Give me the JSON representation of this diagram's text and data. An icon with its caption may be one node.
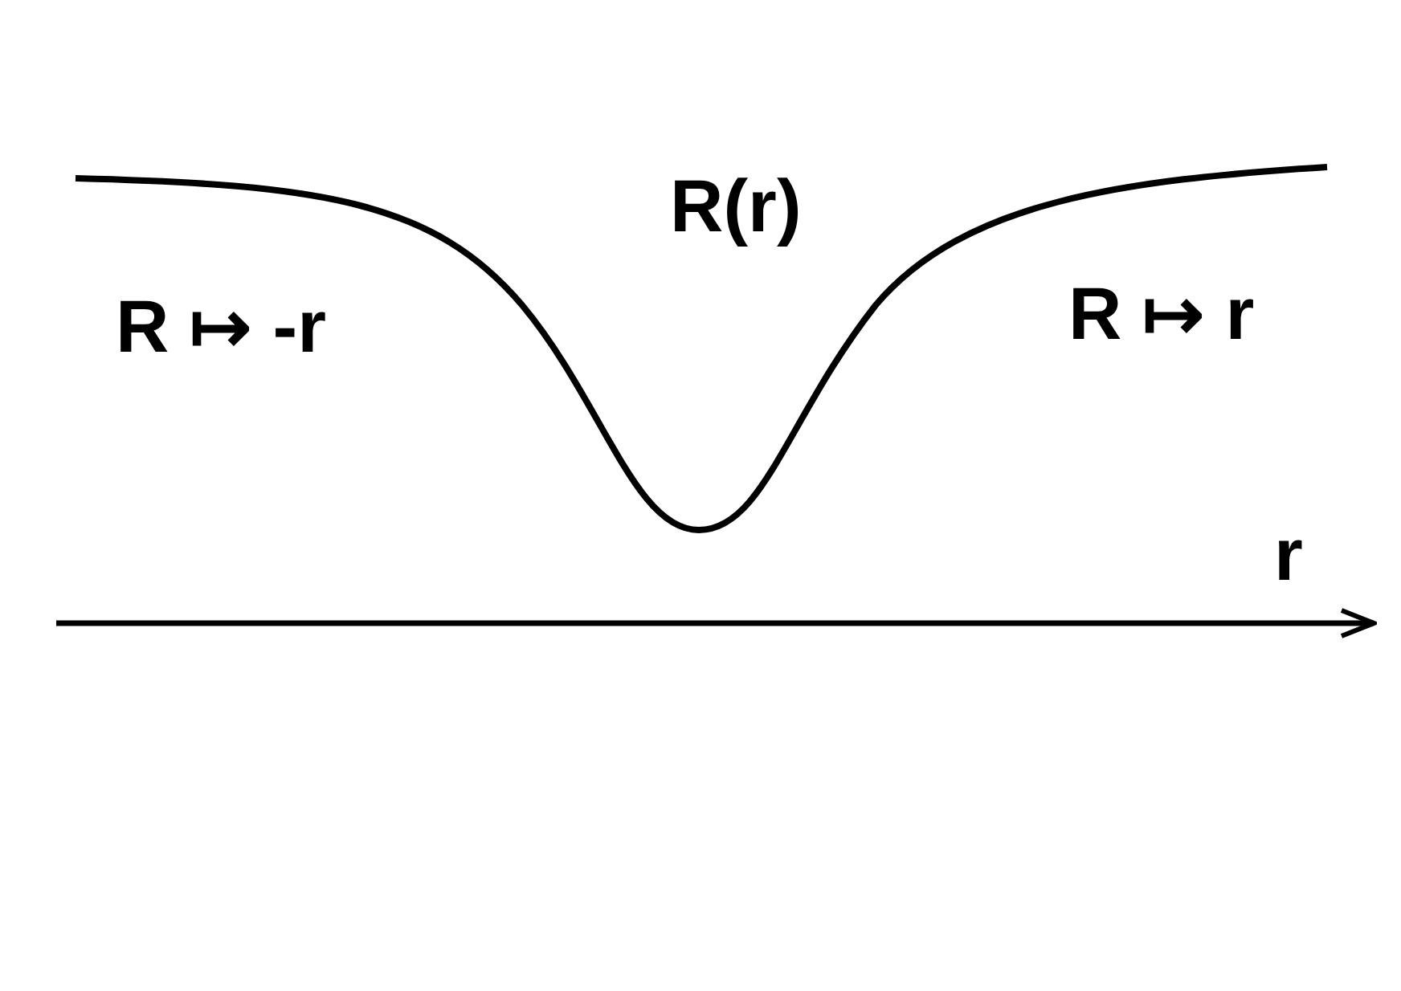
{
  "diagram": {
    "labels": [
      "R(r)",
      "R ↦ -r",
      "R ↦ r",
      "r"
    ]
  }
}
